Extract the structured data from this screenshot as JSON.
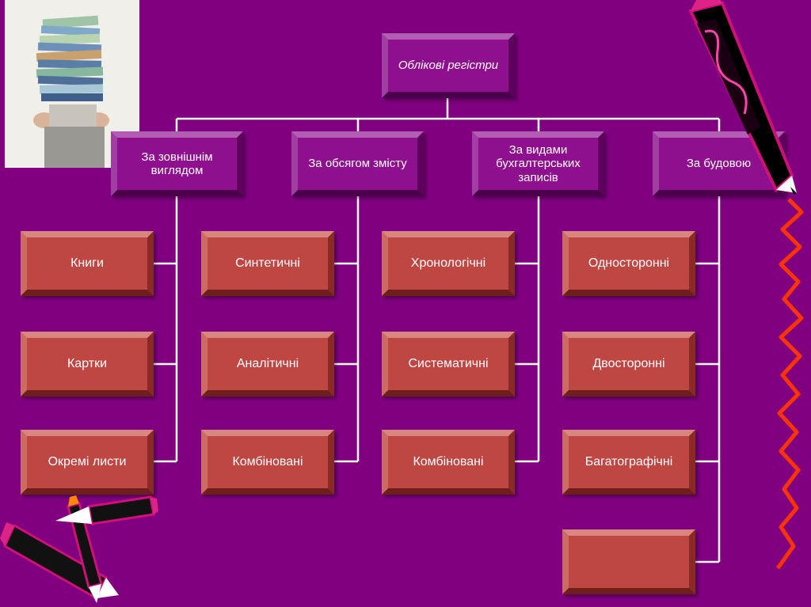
{
  "diagram": {
    "root": "Облікові регістри",
    "categories": [
      {
        "label": "За зовнішнім виглядом",
        "items": [
          "Книги",
          "Картки",
          "Окремі листи"
        ]
      },
      {
        "label": "За обсягом змісту",
        "items": [
          "Синтетичні",
          "Аналітичні",
          "Комбіновані"
        ]
      },
      {
        "label": "За видами бухгалтерських записів",
        "items": [
          "Хронологічні",
          "Систематичні",
          "Комбіновані"
        ]
      },
      {
        "label": "За будовою",
        "items": [
          "Односторонні",
          "Двосторонні",
          "Багатографічні",
          ""
        ]
      }
    ]
  },
  "colors": {
    "background": "#800080",
    "purple_box": "#8f108f",
    "red_box": "#bf4743",
    "connector": "#ffffff",
    "zigzag": "#ff3300"
  },
  "decorations": [
    "stack-of-books-photo",
    "pencil-top-right",
    "crayons-bottom-left",
    "red-zigzag-line"
  ]
}
